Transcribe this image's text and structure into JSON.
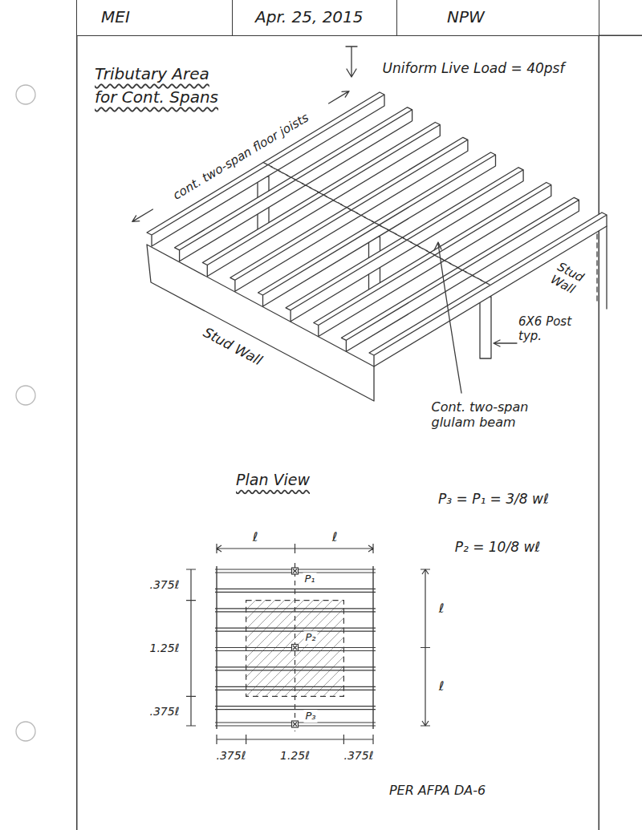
{
  "diagram": {
    "title": "Tributary Area for Cont. Spans",
    "nodes": [
      {
        "text": [
          "MEI"
        ]
      },
      {
        "text": [
          "Apr. 25, 2015"
        ]
      },
      {
        "text": [
          "NPW"
        ]
      }
    ],
    "labels": [
      "Uniform Live Load = 40psf",
      "cont. two-span floor joists",
      "Stud Wall",
      "6X6 Post typ.",
      "Stud Wall",
      "Cont. two-span glulam beam",
      "Plan View",
      "P₃ = P₁ = 3/8 wℓ",
      "P₂ = 10/8 wℓ",
      "ℓ",
      "ℓ",
      "P₁",
      "P₂",
      "P₃",
      ".375ℓ",
      "1.25ℓ",
      ".375ℓ",
      "ℓ",
      "ℓ",
      ".375ℓ",
      "1.25ℓ",
      ".375ℓ",
      "PER AFPA DA-6"
    ]
  }
}
